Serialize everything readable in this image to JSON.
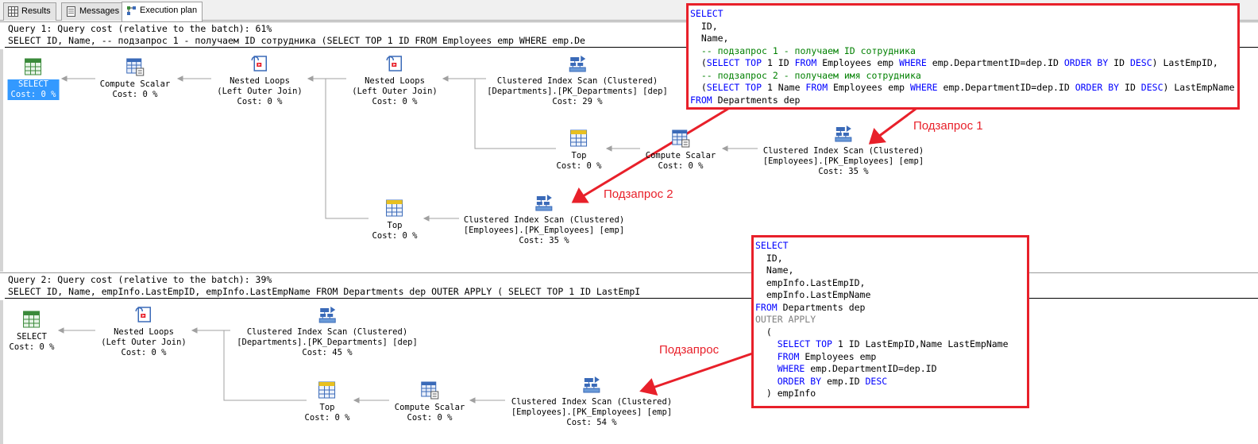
{
  "tabs": [
    {
      "label": "Results",
      "icon": "grid-icon"
    },
    {
      "label": "Messages",
      "icon": "messages-icon"
    },
    {
      "label": "Execution plan",
      "icon": "execution-plan-icon"
    }
  ],
  "queries": [
    {
      "header": "Query 1: Query cost (relative to the batch): 61%",
      "sql": "SELECT ID, Name, -- подзапрос 1 - получаем ID сотрудника (SELECT TOP 1 ID FROM Employees emp WHERE emp.De",
      "nodes": [
        {
          "id": "select",
          "icon": "select-icon",
          "lines": [
            "SELECT",
            "Cost: 0 %"
          ],
          "selected": true
        },
        {
          "id": "compute-scalar",
          "icon": "compute-scalar-icon",
          "lines": [
            "Compute Scalar",
            "Cost: 0 %"
          ]
        },
        {
          "id": "nested-loops-1",
          "icon": "nested-loops-icon",
          "lines": [
            "Nested Loops",
            "(Left Outer Join)",
            "Cost: 0 %"
          ]
        },
        {
          "id": "nested-loops-2",
          "icon": "nested-loops-icon",
          "lines": [
            "Nested Loops",
            "(Left Outer Join)",
            "Cost: 0 %"
          ]
        },
        {
          "id": "ci-scan-departments",
          "icon": "clustered-index-scan-icon",
          "lines": [
            "Clustered Index Scan (Clustered)",
            "[Departments].[PK_Departments] [dep]",
            "Cost: 29 %"
          ]
        },
        {
          "id": "top-1",
          "icon": "top-icon",
          "lines": [
            "Top",
            "Cost: 0 %"
          ]
        },
        {
          "id": "compute-scalar-2",
          "icon": "compute-scalar-icon",
          "lines": [
            "Compute Scalar",
            "Cost: 0 %"
          ]
        },
        {
          "id": "ci-scan-employees-1",
          "icon": "clustered-index-scan-icon",
          "lines": [
            "Clustered Index Scan (Clustered)",
            "[Employees].[PK_Employees] [emp]",
            "Cost: 35 %"
          ]
        },
        {
          "id": "ci-scan-employees-2",
          "icon": "clustered-index-scan-icon",
          "lines": [
            "Clustered Index Scan (Clustered)",
            "[Employees].[PK_Employees] [emp]",
            "Cost: 35 %"
          ]
        },
        {
          "id": "top-2",
          "icon": "top-icon",
          "lines": [
            "Top",
            "Cost: 0 %"
          ]
        }
      ]
    },
    {
      "header": "Query 2: Query cost (relative to the batch): 39%",
      "sql": "SELECT ID, Name, empInfo.LastEmpID, empInfo.LastEmpName FROM Departments dep OUTER APPLY ( SELECT TOP 1 ID LastEmpI",
      "nodes": [
        {
          "id": "select",
          "icon": "select-icon",
          "lines": [
            "SELECT",
            "Cost: 0 %"
          ]
        },
        {
          "id": "nested-loops",
          "icon": "nested-loops-icon",
          "lines": [
            "Nested Loops",
            "(Left Outer Join)",
            "Cost: 0 %"
          ]
        },
        {
          "id": "ci-scan-departments",
          "icon": "clustered-index-scan-icon",
          "lines": [
            "Clustered Index Scan (Clustered)",
            "[Departments].[PK_Departments] [dep]",
            "Cost: 45 %"
          ]
        },
        {
          "id": "top",
          "icon": "top-icon",
          "lines": [
            "Top",
            "Cost: 0 %"
          ]
        },
        {
          "id": "compute-scalar",
          "icon": "compute-scalar-icon",
          "lines": [
            "Compute Scalar",
            "Cost: 0 %"
          ]
        },
        {
          "id": "ci-scan-employees",
          "icon": "clustered-index-scan-icon",
          "lines": [
            "Clustered Index Scan (Clustered)",
            "[Employees].[PK_Employees] [emp]",
            "Cost: 54 %"
          ]
        }
      ]
    }
  ],
  "code1": [
    [
      [
        "kw",
        "SELECT"
      ]
    ],
    [
      [
        "",
        "  ID,"
      ]
    ],
    [
      [
        "",
        "  Name,"
      ]
    ],
    [
      [
        "cm",
        "  -- подзапрос 1 - получаем ID сотрудника"
      ]
    ],
    [
      [
        "",
        "  ("
      ],
      [
        "kw",
        "SELECT TOP"
      ],
      [
        "",
        " 1 ID "
      ],
      [
        "kw",
        "FROM"
      ],
      [
        "",
        " Employees emp "
      ],
      [
        "kw",
        "WHERE"
      ],
      [
        "",
        " emp.DepartmentID=dep.ID "
      ],
      [
        "kw",
        "ORDER BY"
      ],
      [
        "",
        " ID "
      ],
      [
        "kw",
        "DESC"
      ],
      [
        "",
        ") LastEmpID,"
      ]
    ],
    [
      [
        "cm",
        "  -- подзапрос 2 - получаем имя сотрудника"
      ]
    ],
    [
      [
        "",
        "  ("
      ],
      [
        "kw",
        "SELECT TOP"
      ],
      [
        "",
        " 1 Name "
      ],
      [
        "kw",
        "FROM"
      ],
      [
        "",
        " Employees emp "
      ],
      [
        "kw",
        "WHERE"
      ],
      [
        "",
        " emp.DepartmentID=dep.ID "
      ],
      [
        "kw",
        "ORDER BY"
      ],
      [
        "",
        " ID "
      ],
      [
        "kw",
        "DESC"
      ],
      [
        "",
        ") LastEmpName"
      ]
    ],
    [
      [
        "kw",
        "FROM"
      ],
      [
        "",
        " Departments dep"
      ]
    ]
  ],
  "code2": [
    [
      [
        "kw",
        "SELECT"
      ]
    ],
    [
      [
        "",
        "  ID,"
      ]
    ],
    [
      [
        "",
        "  Name,"
      ]
    ],
    [
      [
        "",
        "  empInfo.LastEmpID,"
      ]
    ],
    [
      [
        "",
        "  empInfo.LastEmpName"
      ]
    ],
    [
      [
        "kw",
        "FROM"
      ],
      [
        "",
        " Departments dep"
      ]
    ],
    [
      [
        "gr",
        "OUTER APPLY"
      ]
    ],
    [
      [
        "",
        "  ("
      ]
    ],
    [
      [
        "",
        "    "
      ],
      [
        "kw",
        "SELECT TOP"
      ],
      [
        "",
        " 1 ID LastEmpID,Name LastEmpName"
      ]
    ],
    [
      [
        "",
        "    "
      ],
      [
        "kw",
        "FROM"
      ],
      [
        "",
        " Employees emp"
      ]
    ],
    [
      [
        "",
        "    "
      ],
      [
        "kw",
        "WHERE"
      ],
      [
        "",
        " emp.DepartmentID=dep.ID"
      ]
    ],
    [
      [
        "",
        "    "
      ],
      [
        "kw",
        "ORDER BY"
      ],
      [
        "",
        " emp.ID "
      ],
      [
        "kw",
        "DESC"
      ]
    ],
    [
      [
        "",
        "  ) empInfo"
      ]
    ]
  ],
  "callouts": {
    "sub1": "Подзапрос 1",
    "sub2": "Подзапрос 2",
    "sub": "Подзапрос"
  },
  "colors": {
    "highlight": "#e8202a",
    "keyword": "#0000ff",
    "comment": "#008000",
    "selection": "#3399ff"
  }
}
